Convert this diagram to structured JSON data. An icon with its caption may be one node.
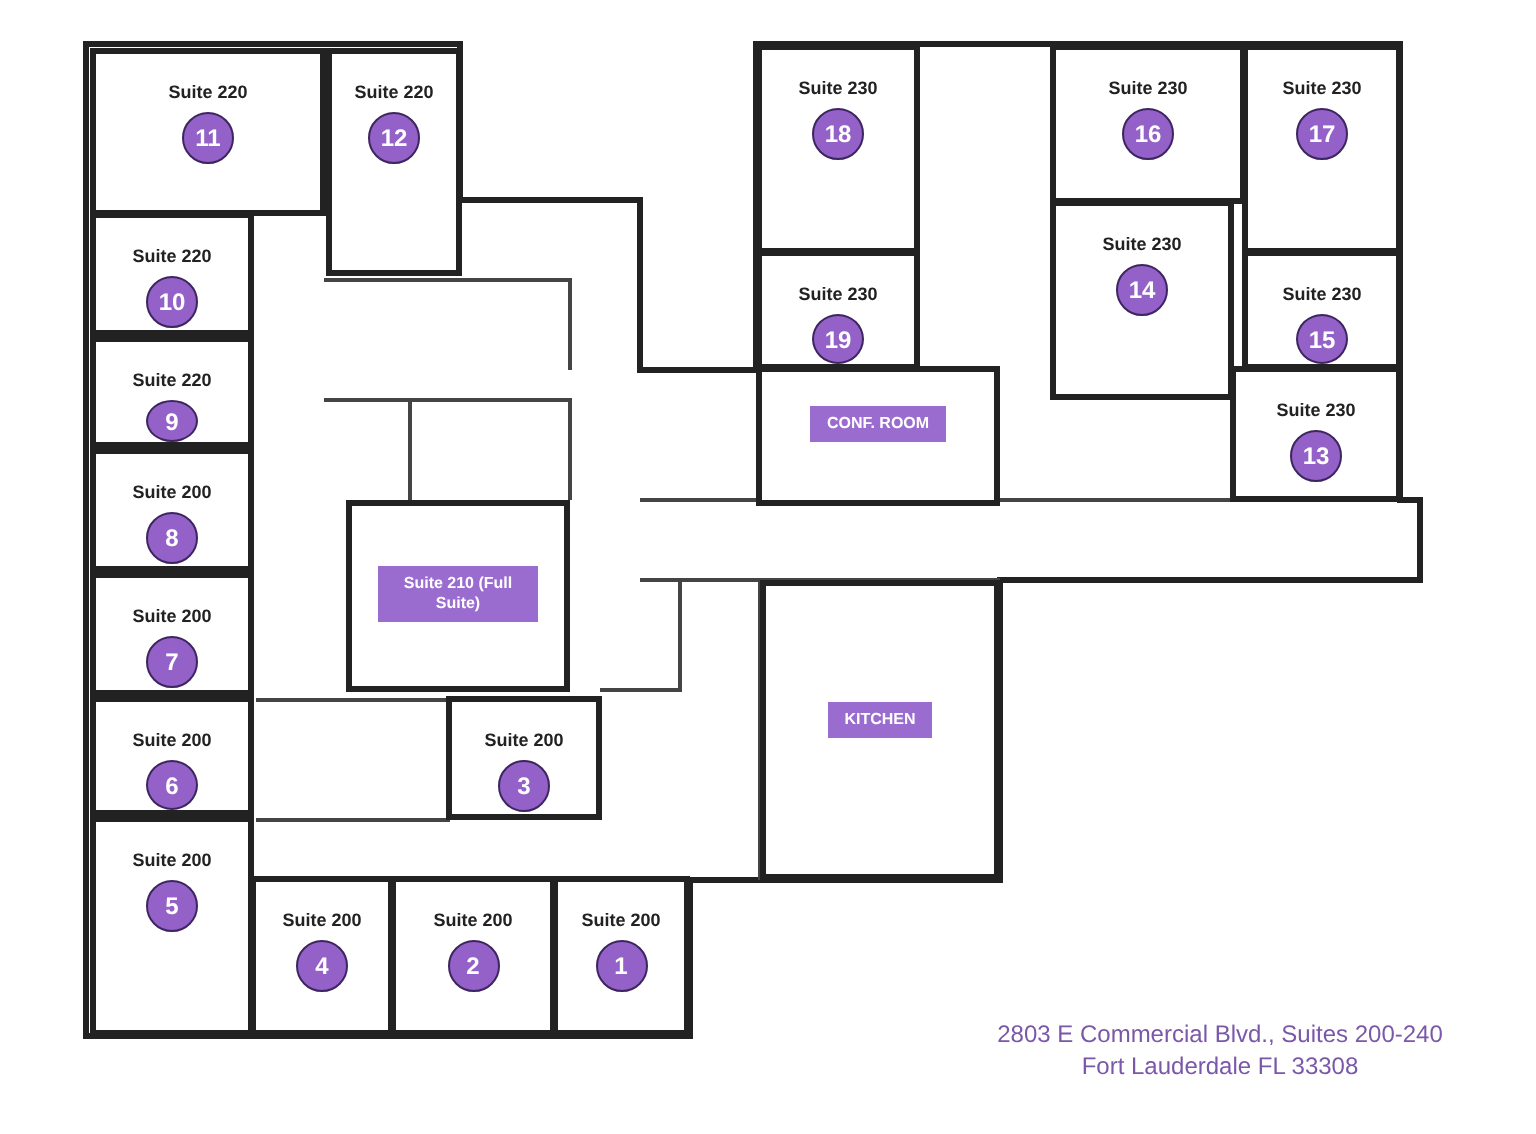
{
  "diagram": {
    "nodes": [
      {
        "text": [
          "Suite 220",
          "11"
        ]
      },
      {
        "text": [
          "Suite 220",
          "12"
        ]
      },
      {
        "text": [
          "Suite 220",
          "10"
        ]
      },
      {
        "text": [
          "Suite 220",
          "9"
        ]
      },
      {
        "text": [
          "Suite 200",
          "8"
        ]
      },
      {
        "text": [
          "Suite 200",
          "7"
        ]
      },
      {
        "text": [
          "Suite 200",
          "6"
        ]
      },
      {
        "text": [
          "Suite 200",
          "5"
        ]
      },
      {
        "text": [
          "Suite 200",
          "4"
        ]
      },
      {
        "text": [
          "Suite 200",
          "2"
        ]
      },
      {
        "text": [
          "Suite 200",
          "1"
        ]
      },
      {
        "text": [
          "Suite 200",
          "3"
        ]
      },
      {
        "text": [
          "Suite 210 (Full Suite)"
        ]
      },
      {
        "text": [
          "Suite 230",
          "18"
        ]
      },
      {
        "text": [
          "Suite 230",
          "19"
        ]
      },
      {
        "text": [
          "CONF. ROOM"
        ]
      },
      {
        "text": [
          "Suite 230",
          "16"
        ]
      },
      {
        "text": [
          "Suite 230",
          "17"
        ]
      },
      {
        "text": [
          "Suite 230",
          "14"
        ]
      },
      {
        "text": [
          "Suite 230",
          "15"
        ]
      },
      {
        "text": [
          "Suite 230",
          "13"
        ]
      },
      {
        "text": [
          "KITCHEN"
        ]
      }
    ],
    "edges": [],
    "labels": [
      "2803 E Commercial Blvd., Suites 200-240",
      "Fort Lauderdale FL 33308"
    ]
  }
}
